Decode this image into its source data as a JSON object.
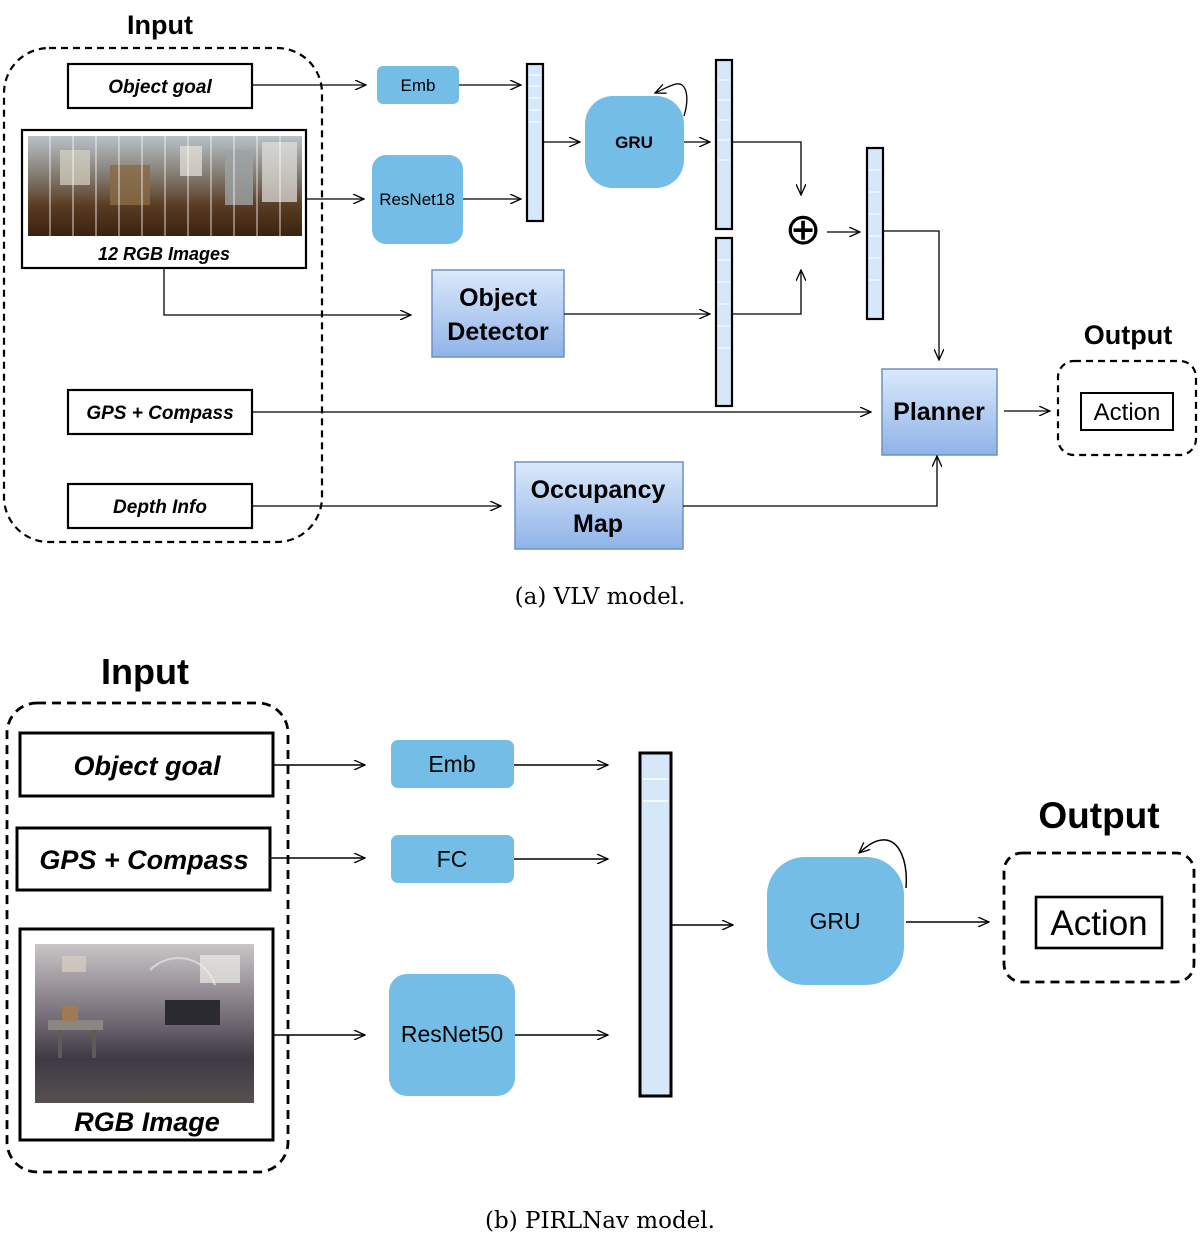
{
  "vlv": {
    "input_title": "Input",
    "output_title": "Output",
    "object_goal": "Object goal",
    "rgb_caption": "12 RGB Images",
    "gps": "GPS + Compass",
    "depth": "Depth Info",
    "emb": "Emb",
    "resnet": "ResNet18",
    "gru": "GRU",
    "detector_line1": "Object",
    "detector_line2": "Detector",
    "planner": "Planner",
    "occupancy_line1": "Occupancy",
    "occupancy_line2": "Map",
    "action": "Action",
    "combine_symbol": "⊕",
    "caption": "(a) VLV model."
  },
  "pirlnav": {
    "input_title": "Input",
    "output_title": "Output",
    "object_goal": "Object goal",
    "gps": "GPS + Compass",
    "rgb_caption": "RGB Image",
    "emb": "Emb",
    "fc": "FC",
    "resnet": "ResNet50",
    "gru": "GRU",
    "action": "Action",
    "caption": "(b) PIRLNav model."
  },
  "colors": {
    "module_blue": "#74bde6",
    "feature_fill": "#d4e8fa",
    "gradient_top": "#dbe9fb",
    "gradient_bottom": "#8fb3e8",
    "stroke": "#000000"
  }
}
